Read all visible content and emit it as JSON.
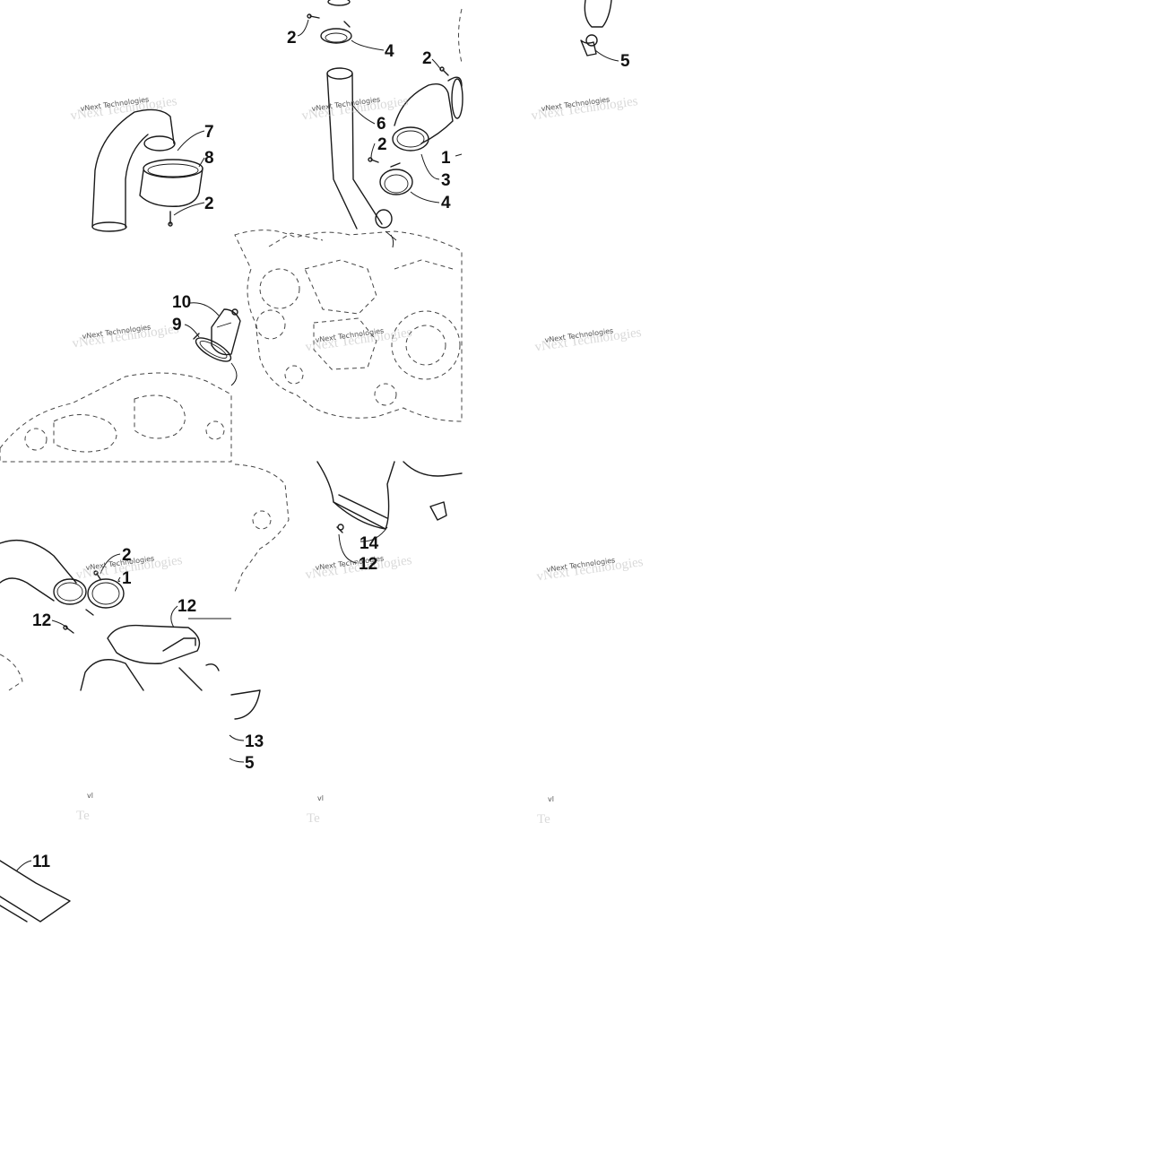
{
  "diagram": {
    "callouts": [
      {
        "id": "c2a",
        "label": "2"
      },
      {
        "id": "c4a",
        "label": "4"
      },
      {
        "id": "c2b",
        "label": "2"
      },
      {
        "id": "c5a",
        "label": "5"
      },
      {
        "id": "c7",
        "label": "7"
      },
      {
        "id": "c6",
        "label": "6"
      },
      {
        "id": "c8",
        "label": "8"
      },
      {
        "id": "c2c",
        "label": "2"
      },
      {
        "id": "c1a",
        "label": "1"
      },
      {
        "id": "c3",
        "label": "3"
      },
      {
        "id": "c2d",
        "label": "2"
      },
      {
        "id": "c4b",
        "label": "4"
      },
      {
        "id": "c10",
        "label": "10"
      },
      {
        "id": "c9",
        "label": "9"
      },
      {
        "id": "c14",
        "label": "14"
      },
      {
        "id": "c2e",
        "label": "2"
      },
      {
        "id": "c12a",
        "label": "12"
      },
      {
        "id": "c1b",
        "label": "1"
      },
      {
        "id": "c12b",
        "label": "12"
      },
      {
        "id": "c12c",
        "label": "12"
      },
      {
        "id": "c13",
        "label": "13"
      },
      {
        "id": "c5b",
        "label": "5"
      },
      {
        "id": "c11",
        "label": "11"
      }
    ],
    "watermarks": [
      {
        "small": "vNext Technologies",
        "big": "vNext Technologies"
      },
      {
        "small": "vNext Technologies",
        "big": "vNext Technologies"
      },
      {
        "small": "vNext Technologies",
        "big": "vNext Technologies"
      },
      {
        "small": "vNext Technologies",
        "big": "vNext Technologies"
      },
      {
        "small": "vNext Technologies",
        "big": "vNext Technologies"
      },
      {
        "small": "vNext Technologies",
        "big": "vNext Technologies"
      },
      {
        "small": "vNext Technologies",
        "big": "vNext Technologies"
      },
      {
        "small": "vNext Technologies",
        "big": "vNext Technologies"
      },
      {
        "small": "vNext Technologies",
        "big": "vNext Technologies"
      }
    ],
    "fragments": [
      {
        "small": "vl",
        "big": "Te"
      },
      {
        "small": "vl",
        "big": "Te"
      },
      {
        "small": "vl",
        "big": "Te"
      }
    ]
  }
}
